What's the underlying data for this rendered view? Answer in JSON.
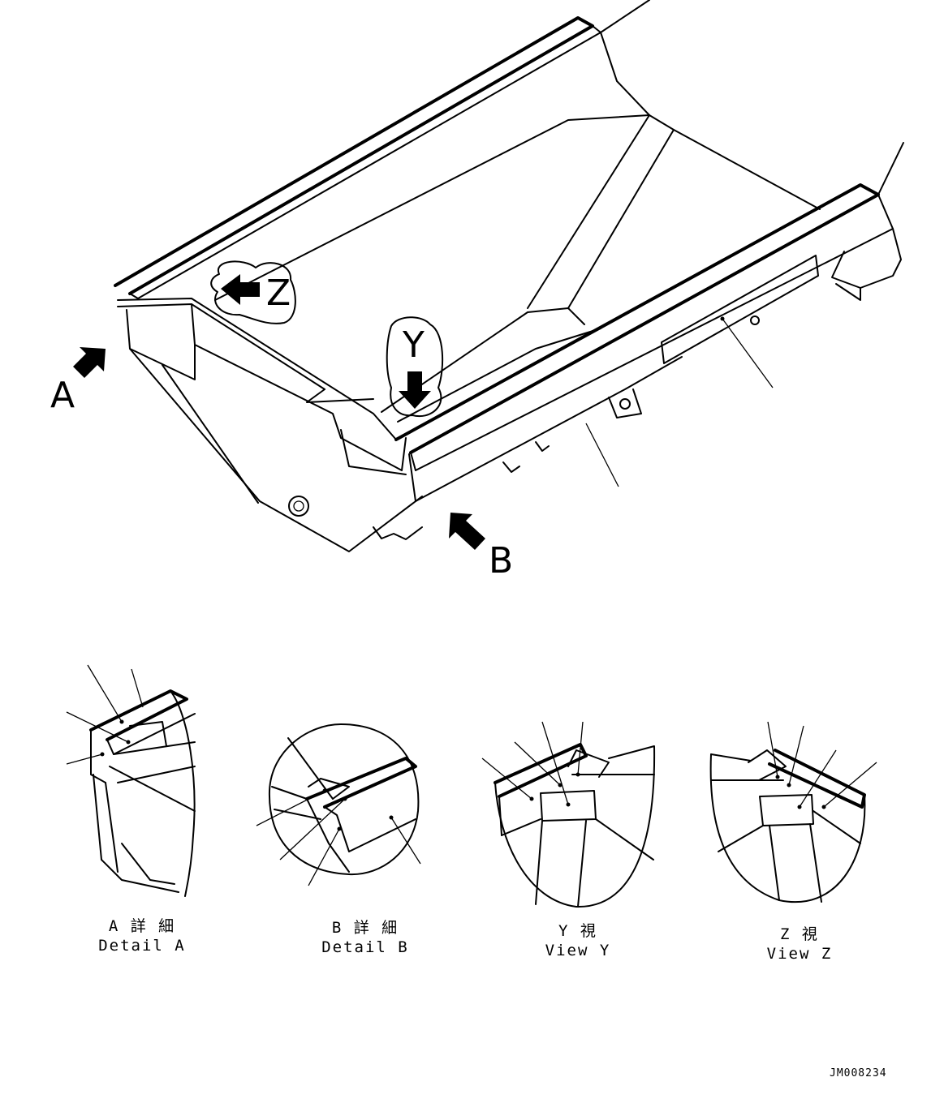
{
  "view_labels": {
    "a": "A",
    "b": "B",
    "y": "Y",
    "z": "Z"
  },
  "captions": [
    {
      "jp": "A 詳 細",
      "en": "Detail A"
    },
    {
      "jp": "B 詳 細",
      "en": "Detail B"
    },
    {
      "jp": "Y 視",
      "en": "View Y"
    },
    {
      "jp": "Z 視",
      "en": "View Z"
    }
  ],
  "drawing_code": "JM008234"
}
